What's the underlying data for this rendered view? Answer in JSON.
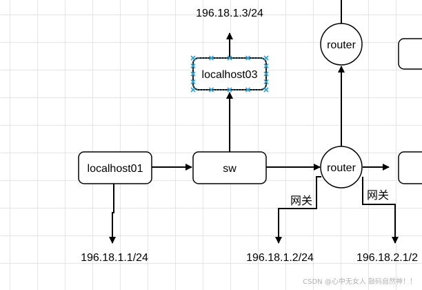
{
  "nodes": {
    "localhost01": "localhost01",
    "sw": "sw",
    "localhost03": "localhost03",
    "router_main": "router",
    "router_top": "router"
  },
  "labels": {
    "ip_top": "196.18.1.3/24",
    "ip_host01": "196.18.1.1/24",
    "ip_gw1": "196.18.1.2/24",
    "ip_gw2": "196.18.2.1/2",
    "gateway_1": "网关",
    "gateway_2": "网关"
  },
  "selection": {
    "selected_node": "localhost03",
    "handle_color": "#2aa3d6"
  },
  "watermark": "CSDN @心中无女人 敲码自然神！！"
}
